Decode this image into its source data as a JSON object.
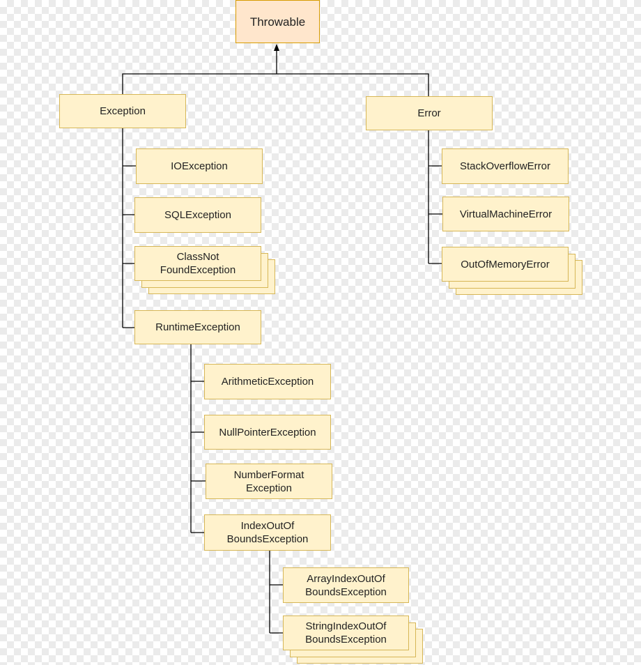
{
  "diagram": {
    "root": "Throwable",
    "exception": "Exception",
    "error": "Error",
    "io_exception": "IOException",
    "sql_exception": "SQLException",
    "class_not_found_exception": "ClassNot\nFoundException",
    "runtime_exception": "RuntimeException",
    "arithmetic_exception": "ArithmeticException",
    "null_pointer_exception": "NullPointerException",
    "number_format_exception": "NumberFormat\nException",
    "index_out_of_bounds_exception": "IndexOutOf\nBoundsException",
    "array_index_out_of_bounds_exception": "ArrayIndexOutOf\nBoundsException",
    "string_index_out_of_bounds_exception": "StringIndexOutOf\nBoundsException",
    "stack_overflow_error": "StackOverflowError",
    "virtual_machine_error": "VirtualMachineError",
    "out_of_memory_error": "OutOfMemoryError"
  },
  "colors": {
    "node_fill": "#fff2cc",
    "node_border": "#d6b656",
    "root_fill": "#ffe6cc",
    "root_border": "#d79b00",
    "connector": "#000000"
  }
}
